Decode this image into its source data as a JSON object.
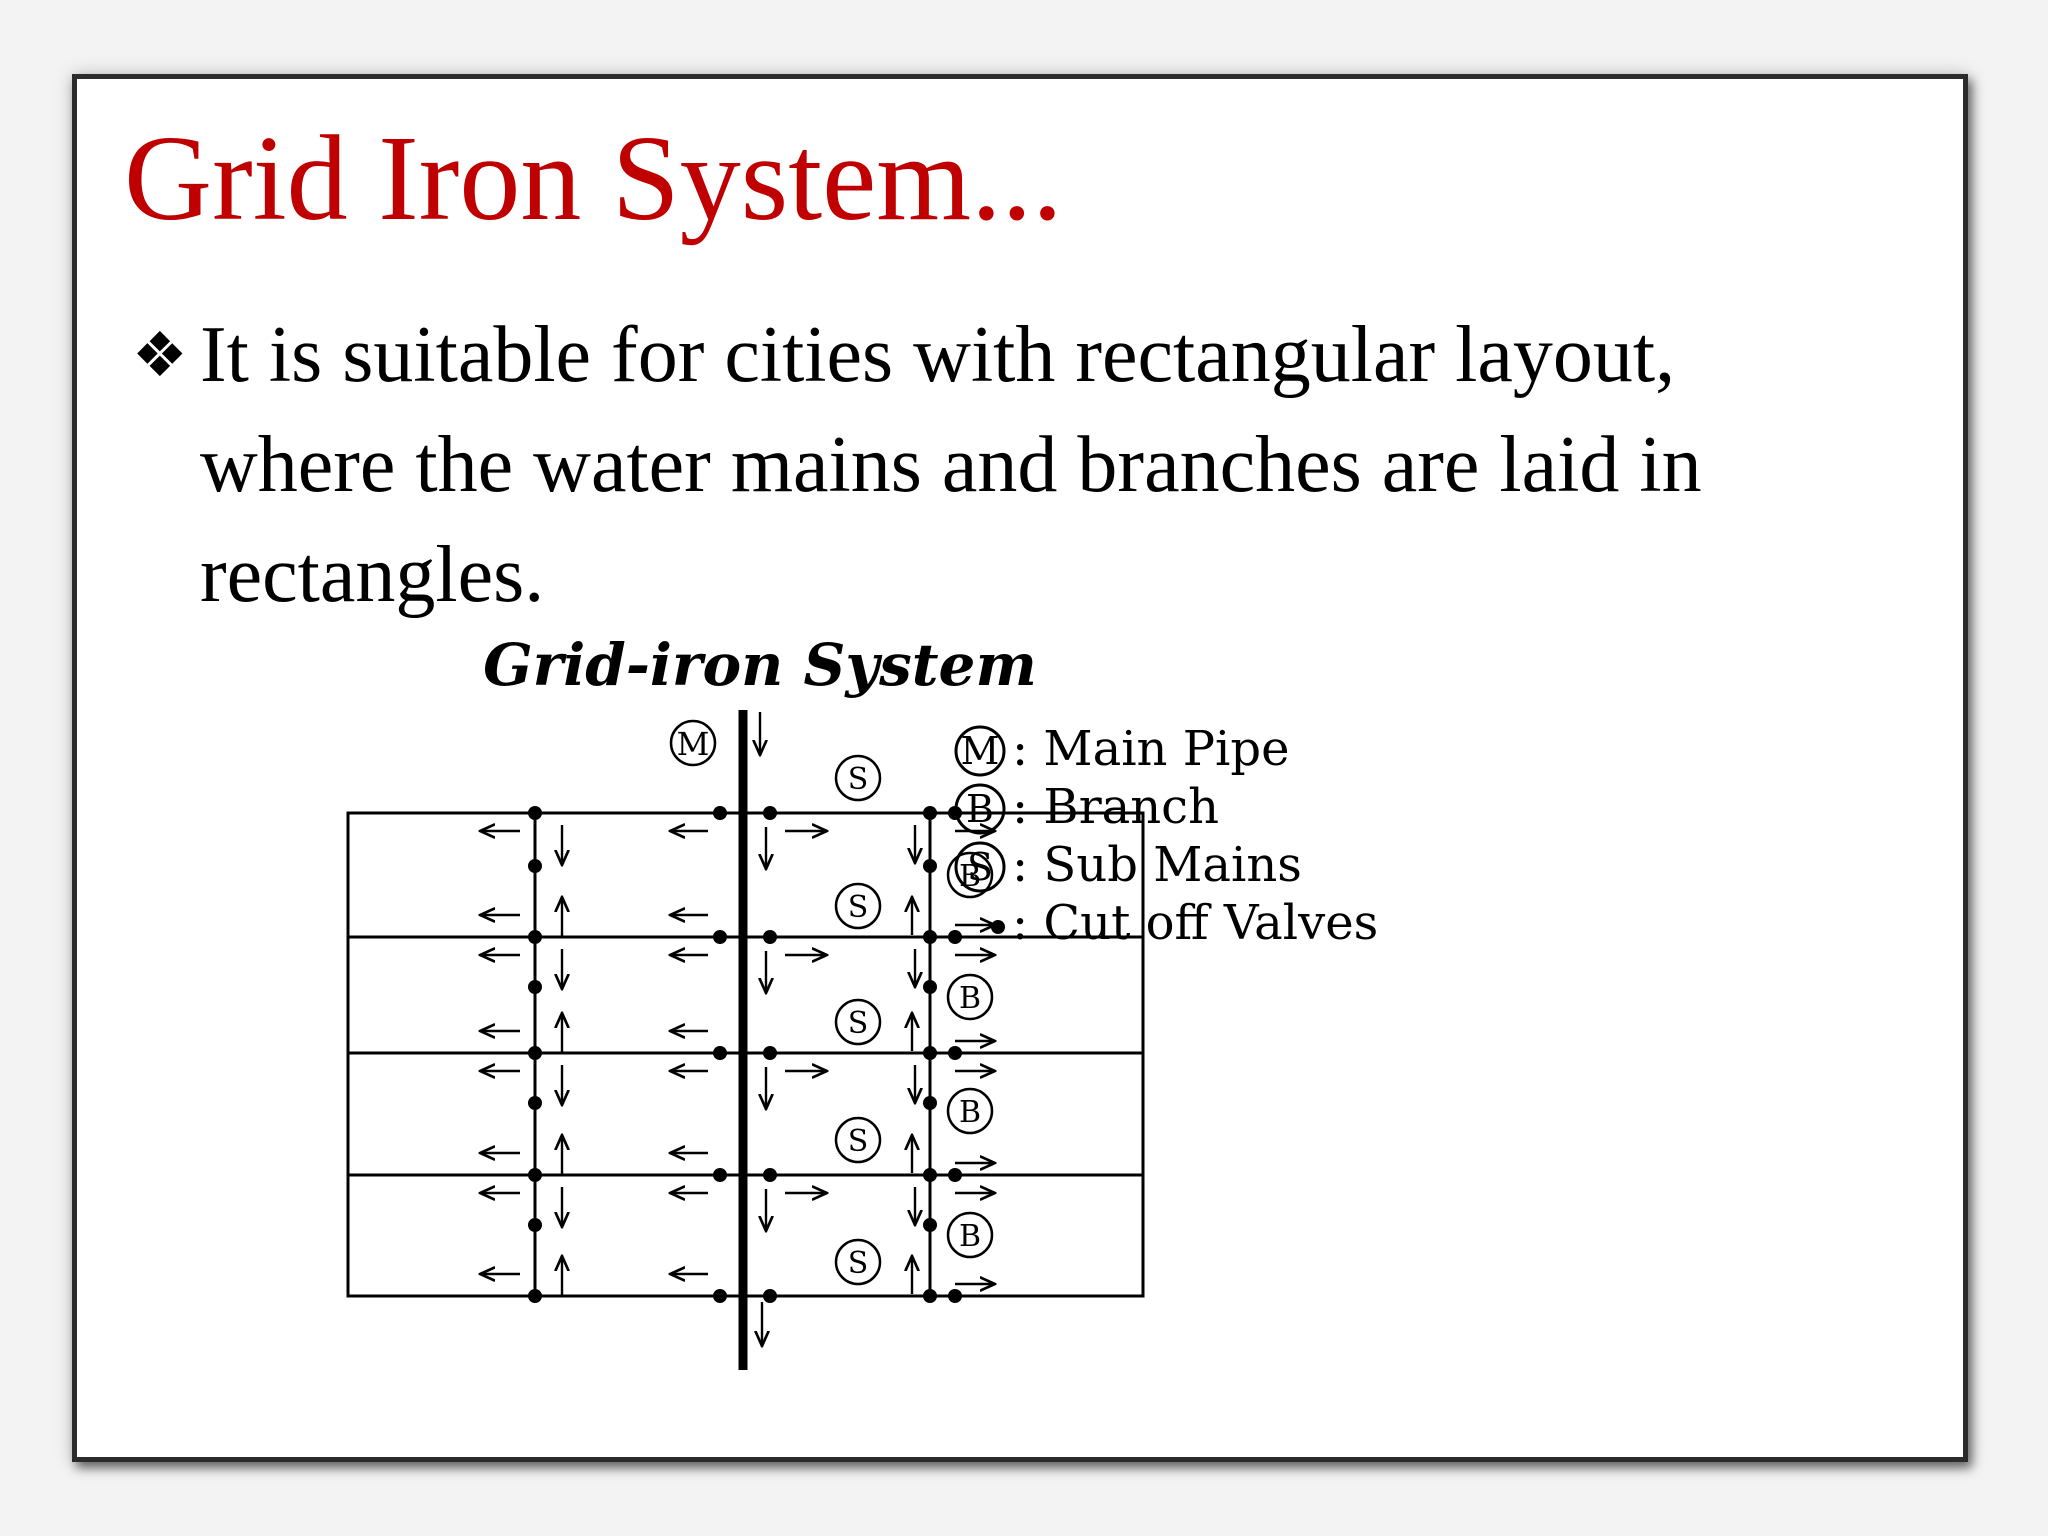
{
  "slide": {
    "title": "Grid Iron System...",
    "bullet": {
      "icon": "diamond-bullet-icon",
      "text": "It is suitable for cities with rectangular layout,\nwhere the water mains and branches are laid in\nrectangles."
    }
  },
  "diagram": {
    "title": "Grid-iron System",
    "markers": {
      "main": "M",
      "branch": "B",
      "sub_main": "S"
    },
    "legend": [
      {
        "symbol": "M",
        "label": ": Main Pipe"
      },
      {
        "symbol": "B",
        "label": ": Branch"
      },
      {
        "symbol": "S",
        "label": ": Sub Mains"
      },
      {
        "symbol": "•",
        "label": ": Cut off Valves"
      }
    ]
  },
  "colors": {
    "title": "#c00000",
    "text": "#000000",
    "frame": "#2b2b2b"
  }
}
